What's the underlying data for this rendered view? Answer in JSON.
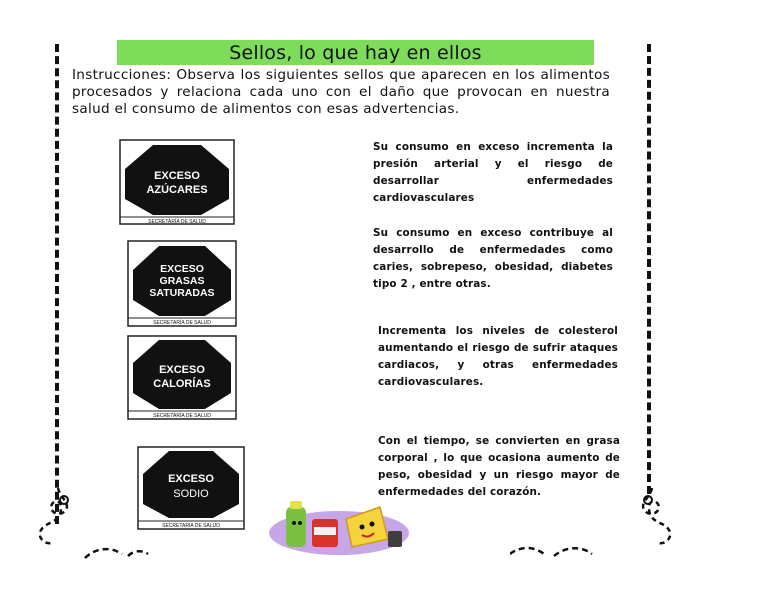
{
  "title": "Sellos, lo que hay en ellos",
  "instructions": "Instrucciones: Observa los siguientes sellos que aparecen en los alimentos procesados y relaciona cada uno con el daño que provocan en nuestra salud  el consumo de alimentos con esas advertencias.",
  "seals": [
    {
      "line1": "EXCESO",
      "line2": "AZÚCARES",
      "line3": "",
      "footer": "SECRETARÍA DE SALUD"
    },
    {
      "line1": "EXCESO",
      "line2": "GRASAS",
      "line3": "SATURADAS",
      "footer": "SECRETARÍA DE SALUD"
    },
    {
      "line1": "EXCESO",
      "line2": "CALORÍAS",
      "line3": "",
      "footer": "SECRETARÍA DE SALUD"
    },
    {
      "line1": "EXCESO",
      "line2": "SODIO",
      "line3": "",
      "footer": "SECRETARÍA DE SALUD"
    }
  ],
  "descriptions": [
    "Su consumo en exceso incrementa la presión arterial y el riesgo de desarrollar enfermedades cardiovasculares",
    "Su consumo en exceso contribuye al desarrollo de enfermedades como caries, sobrepeso, obesidad, diabetes tipo 2 , entre otras.",
    "Incrementa los niveles de colesterol aumentando el riesgo de sufrir ataques cardiacos, y otras enfermedades cardiovasculares.",
    "Con el tiempo, se convierten en grasa corporal , lo que ocasiona aumento de peso, obesidad y un riesgo mayor de enfermedades del corazón."
  ],
  "colors": {
    "title_bar": "#7ddc5a",
    "seal_fill": "#111111",
    "border": "#111111"
  },
  "illustration": "junk-food-cartoon"
}
